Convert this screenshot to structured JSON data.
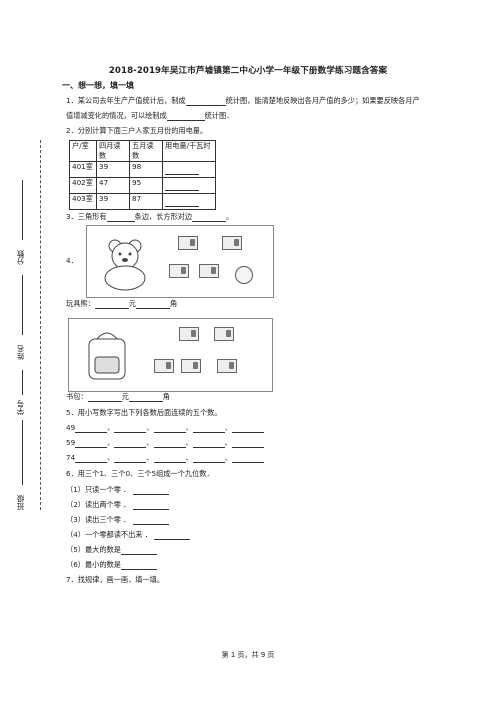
{
  "title": "2018-2019年吴江市芦墟镇第二中心小学一年级下册数学练习题含答案",
  "section1": "一、想一想，填一填",
  "q1": {
    "text_a": "1．某公司去年生产产值统计后，制成",
    "text_b": "统计图，能清楚地反映出各月产值的多少；如果要反映各月产",
    "text_c": "值增减变化的情况，可以绘制成",
    "text_d": "统计图．"
  },
  "q2": {
    "text": "2．分别计算下面三户人家五月份的用电量。",
    "headers": [
      "户/室",
      "四月读数",
      "五月读数",
      "用电量/千瓦时"
    ],
    "rows": [
      [
        "401室",
        "39",
        "98"
      ],
      [
        "402室",
        "47",
        "95"
      ],
      [
        "403室",
        "39",
        "87"
      ]
    ]
  },
  "q3": {
    "text_a": "3．三角形有",
    "text_b": "条边，长方形对边",
    "text_c": "。"
  },
  "q4": {
    "label": "4．",
    "toy_a": "玩具熊：",
    "toy_b": "元",
    "toy_c": "角",
    "book_a": "书包：",
    "book_b": "元",
    "book_c": "角"
  },
  "q5": {
    "text": "5．用小写数字写出下列各数后面连续的五个数。",
    "starts": [
      "49",
      "59",
      "74"
    ],
    "sep": "、"
  },
  "q6": {
    "text": "6．用三个1、三个0、三个5组成一个九位数．",
    "items": [
      "（1）只读一个零 ．",
      "（2）读出两个零 ．",
      "（3）读出三个零 ．",
      "（4）一个零都读不出来 ．",
      "（5）最大的数是",
      "（6）最小的数是"
    ]
  },
  "q7": {
    "text": "7．找规律，画一画，填一填。"
  },
  "side": {
    "fen": "分数",
    "xingming": "姓名",
    "xuehao": "学号",
    "banji": "班级"
  },
  "footer": "第 1 页，共 9 页"
}
